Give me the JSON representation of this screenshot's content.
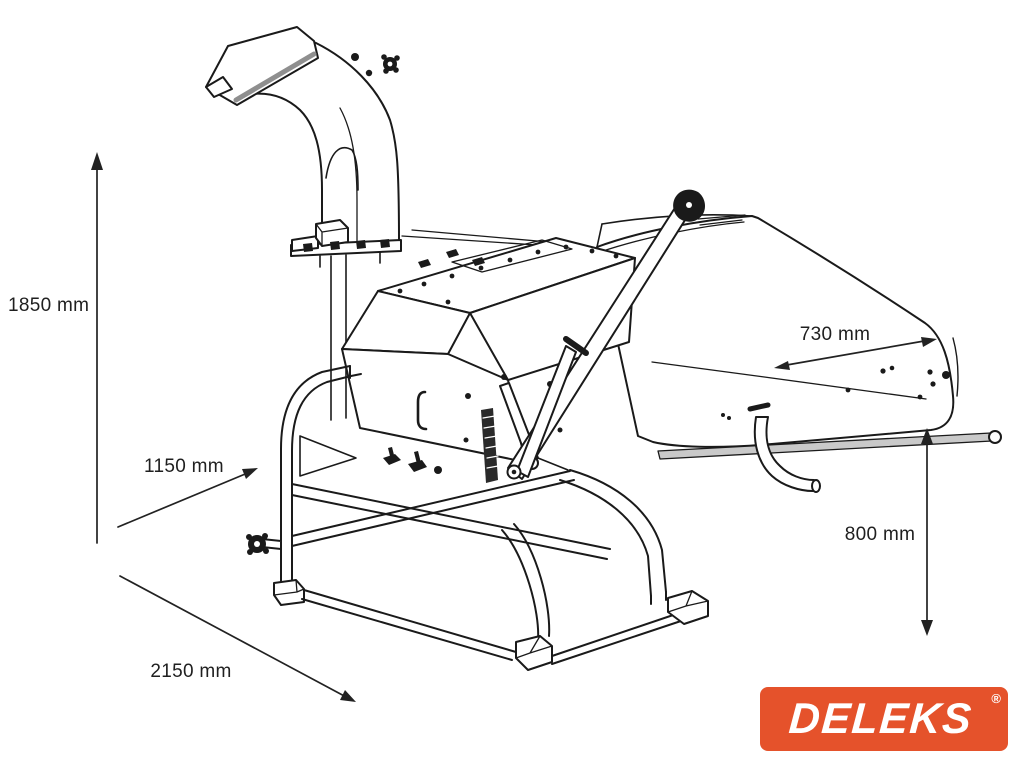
{
  "figure": {
    "background_color": "#ffffff",
    "line_color": "#1a1a1a",
    "label_color": "#1f1f1f",
    "subject": "Isometric technical line drawing of a PTO wood chipper with overall dimension arrows"
  },
  "dimension_labels": {
    "overall_height": "1850 mm",
    "overall_width": "1150 mm",
    "overall_length": "2150 mm",
    "hopper_opening_width": "730 mm",
    "feed_tray_height": "800 mm"
  },
  "logo": {
    "text": "DELEKS",
    "registered_mark": "®",
    "background_color": "#e5522b",
    "text_color": "#ffffff"
  }
}
